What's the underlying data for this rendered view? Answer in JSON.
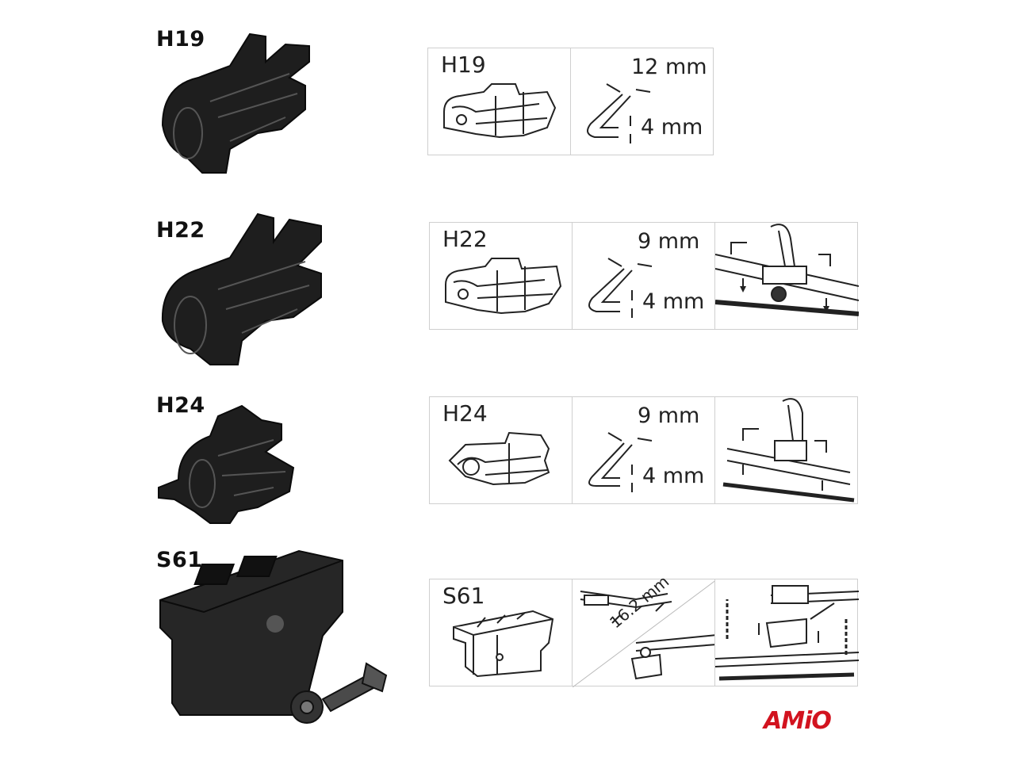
{
  "rows": [
    {
      "label": "H19",
      "diagram_label": "H19",
      "width_dim": "12 mm",
      "thickness_dim": "4 mm"
    },
    {
      "label": "H22",
      "diagram_label": "H22",
      "width_dim": "9 mm",
      "thickness_dim": "4 mm"
    },
    {
      "label": "H24",
      "diagram_label": "H24",
      "width_dim": "9 mm",
      "thickness_dim": "4 mm"
    },
    {
      "label": "S61",
      "diagram_label": "S61",
      "arm_dim": "16.2 mm"
    }
  ],
  "brand": {
    "name": "AMiO",
    "color": "#d2131f"
  },
  "colors": {
    "part": "#1e1e1e",
    "line": "#222222",
    "border": "#cfcfcf"
  }
}
